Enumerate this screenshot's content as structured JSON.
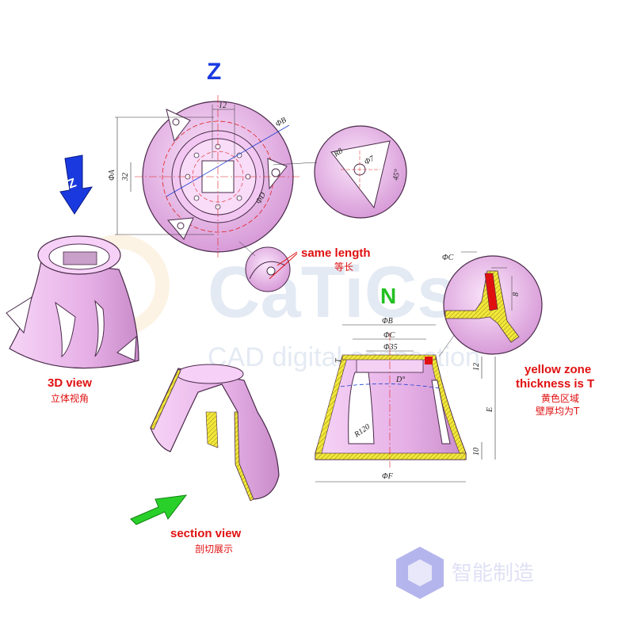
{
  "views": {
    "z_label": "Z",
    "n_label": "N",
    "z_arrow_letter": "Z"
  },
  "labels": {
    "same_length_en": "same length",
    "same_length_cn": "等长",
    "view3d_en": "3D view",
    "view3d_cn": "立体视角",
    "section_en": "section view",
    "section_cn": "剖切展示",
    "yellow_line1": "yellow zone",
    "yellow_line2": "thickness is T",
    "yellow_cn1": "黄色区域",
    "yellow_cn2": "壁厚均为T"
  },
  "dimensions": {
    "top": {
      "d12": "12",
      "phiB": "ΦB",
      "phiA": "ΦA",
      "d32": "32",
      "phiD": "ΦD"
    },
    "detail": {
      "r8": "R8",
      "phi7": "Φ7",
      "a45": "45°"
    },
    "front": {
      "phiC_top": "ΦC",
      "phiB": "ΦB",
      "phiC": "ΦC",
      "phi35": "Φ35",
      "T": "T",
      "d12": "12",
      "E": "E",
      "d10": "10",
      "D": "D°",
      "R120": "R120",
      "phiF": "ΦF",
      "d8": "8"
    }
  },
  "watermark": {
    "big": "CaTiCs",
    "sub": "CAD digital connection",
    "logo": "智能制造"
  },
  "colors": {
    "part": "#e8b8e8",
    "edge": "#5a3a5a",
    "accent_red": "#e01010",
    "blue": "#1a3ae0",
    "green": "#2ad02a",
    "yellow": "#f2e83a"
  }
}
